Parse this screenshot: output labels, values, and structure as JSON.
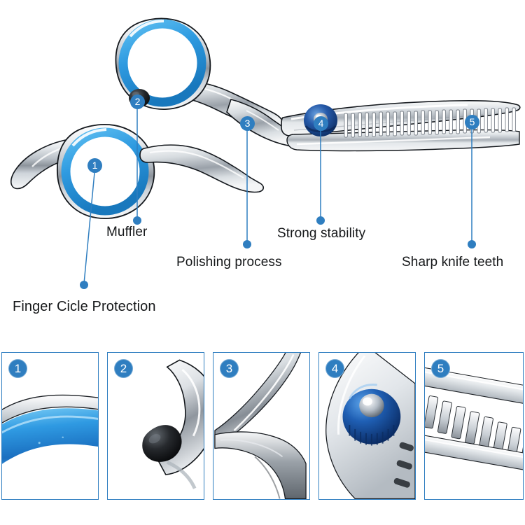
{
  "product": {
    "name": "professional-thinning-shears",
    "colors": {
      "accent_blue": "#2f7ec0",
      "ring_insert_blue": "#2e9ae0",
      "screw_blue": "#1b4f9c",
      "steel_light": "#f2f4f6",
      "steel_mid": "#b8bec5",
      "steel_dark": "#6b727a",
      "outline": "#12151a",
      "text": "#16181a",
      "panel_border": "#2f7ec0"
    },
    "teeth_count": 25
  },
  "callouts": [
    {
      "number": "1",
      "label": "Finger Cicle Protection",
      "badge": "1"
    },
    {
      "number": "2",
      "label": "Muffler",
      "badge": "2"
    },
    {
      "number": "3",
      "label": "Polishing process",
      "badge": "3"
    },
    {
      "number": "4",
      "label": "Strong stability",
      "badge": "4"
    },
    {
      "number": "5",
      "label": "Sharp knife teeth",
      "badge": "5"
    }
  ],
  "panels": [
    {
      "badge": "1",
      "detail": "blue-silicone-finger-ring-insert"
    },
    {
      "badge": "2",
      "detail": "black-rubber-muffler-bumper"
    },
    {
      "badge": "3",
      "detail": "polished-blade-joint"
    },
    {
      "badge": "4",
      "detail": "blue-knurled-tension-screw"
    },
    {
      "badge": "5",
      "detail": "serrated-thinning-teeth-blade"
    }
  ]
}
